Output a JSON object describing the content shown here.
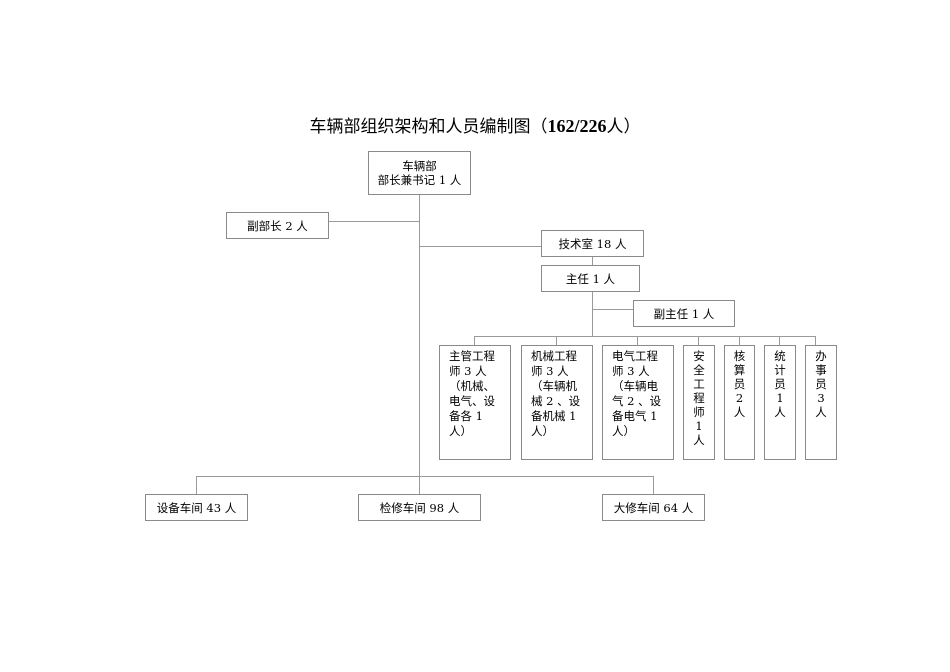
{
  "title": {
    "prefix": "车辆部组织架构和人员编制图（",
    "count": "162/226",
    "suffix": "人）"
  },
  "nodes": {
    "head": {
      "line1": "车辆部",
      "line2": "部长兼书记 1 人"
    },
    "deputy_minister": "副部长 2 人",
    "tech_office": "技术室 18 人",
    "director": "主任 1 人",
    "deputy_director": "副主任 1 人",
    "chief_engineer": [
      "主管工程",
      "师 3 人",
      "（机械、",
      "电气、设",
      "备各 1",
      "人）"
    ],
    "mech_engineer": [
      "机械工程",
      "师 3 人",
      "（车辆机",
      "械 2 、设",
      "备机械 1",
      "人）"
    ],
    "elec_engineer": [
      "电气工程",
      "师 3 人",
      "（车辆电",
      "气 2 、设",
      "备电气 1",
      "人）"
    ],
    "safety_engineer": [
      "安",
      "全",
      "工",
      "程",
      "师",
      "1",
      "人"
    ],
    "accountant": [
      "核",
      "算",
      "员",
      "2",
      "人"
    ],
    "statistician": [
      "统",
      "计",
      "员",
      "1",
      "人"
    ],
    "clerk": [
      "办",
      "事",
      "员",
      "3",
      "人"
    ],
    "equipment_workshop": "设备车间 43 人",
    "maintenance_workshop": "检修车间 98 人",
    "overhaul_workshop": "大修车间 64 人"
  }
}
